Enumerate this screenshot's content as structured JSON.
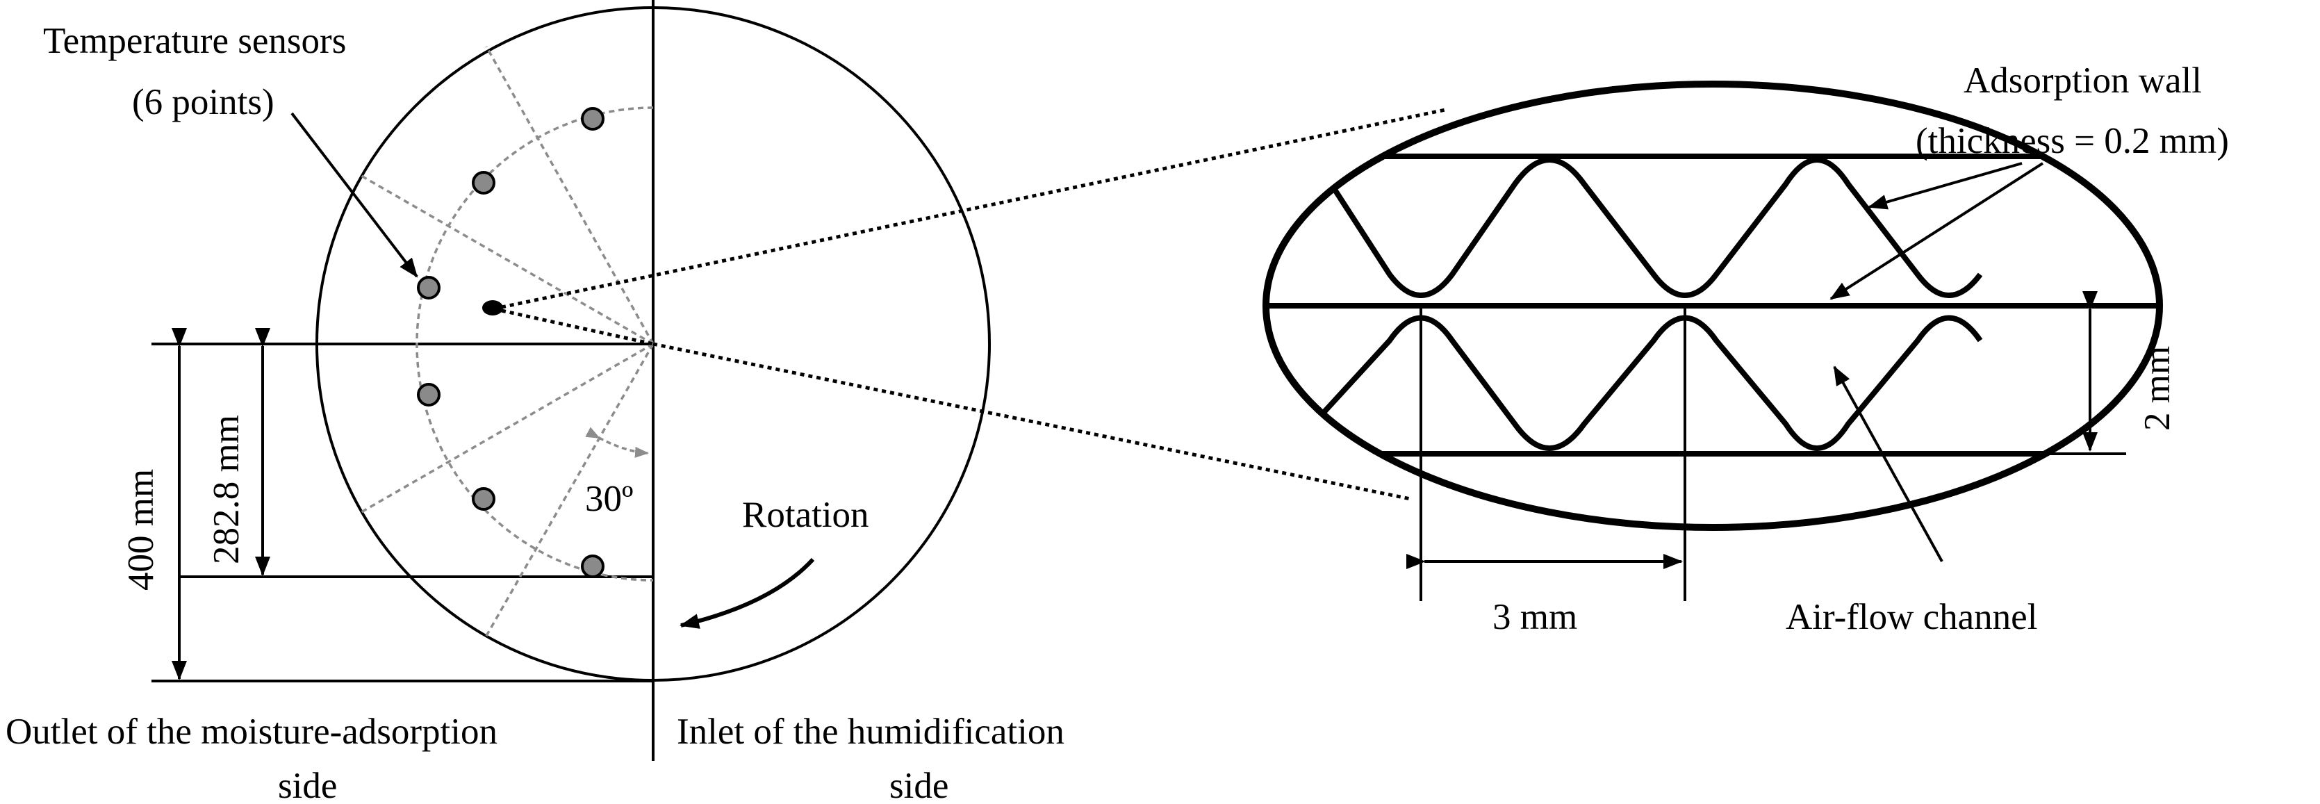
{
  "labels": {
    "temperature_sensors": "Temperature sensors",
    "six_points": "(6 points)",
    "dimension_400": "400 mm",
    "dimension_282_8": "282.8 mm",
    "angle_30": "30º",
    "rotation": "Rotation",
    "outlet_line1": "Outlet of the moisture-adsorption",
    "outlet_line2": "side",
    "inlet_line1": "Inlet of the humidification",
    "inlet_line2": "side",
    "adsorption_wall": "Adsorption wall",
    "wall_thickness": "(thickness = 0.2 mm)",
    "dimension_2mm": "2 mm",
    "dimension_3mm": "3 mm",
    "air_flow_channel": "Air-flow channel"
  },
  "colors": {
    "line": "#000000",
    "guide_gray": "#8c8c8c",
    "sensor_fill": "#8a8a8a"
  }
}
